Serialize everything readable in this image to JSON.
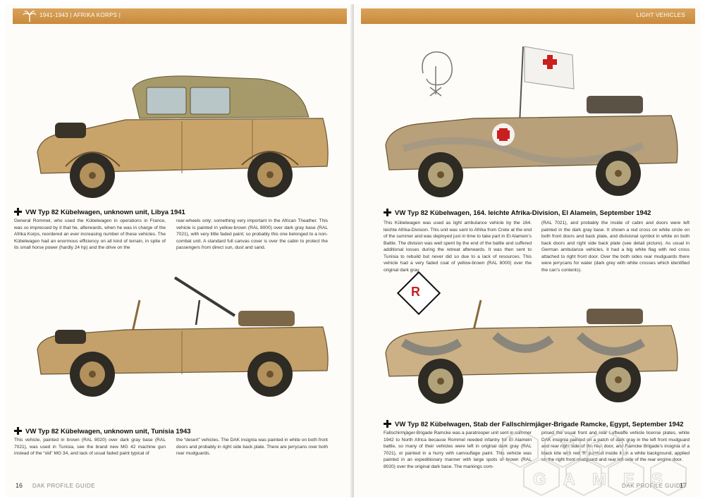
{
  "header": {
    "left_text": "1941-1943 | AFRIKA KORPS |",
    "right_text": "LIGHT VEHICLES"
  },
  "left_page": {
    "profiles": [
      {
        "caption": "VW Typ 82 Kübelwagen, unknown unit, Libya 1941",
        "col1": "General Rommel, who used the Kübelwagen in operations in France, was so impressed by it that he, afterwards, when he was in charge of the Afrika Korps, reordered an ever increasing number of these vehicles. The Kübelwagen had an enormous efficiency on all kind of terrain, in spite of its small horse power (hardly 24 hp) and the drive on the",
        "col2": "rear-wheels only; something very important in the African Theather. This vehicle is painted in yellow-brown (RAL 8000) over dark gray base (RAL 7021), with very little faded paint; so probably this one belonged to a non-combat unit. A standard full canvas cover is over the cabin to protect the passengers from direct sun, dust and sand."
      },
      {
        "caption": "VW Typ 82 Kübelwagen, unknown unit, Tunisia 1943",
        "col1": "This vehicle, painted in brown (RAL 8020) over dark gray base (RAL 7021), was used in Tunisia, see the brand new MG 42 machine gun instead of the “old” MG 34, and lack of usual faded paint typical of",
        "col2": "the “desert” vehicles. The DAK insignia was painted in white on both front doors and probably in right side back plate. There are jerrycans over both rear mudguards."
      }
    ],
    "page_number": "16",
    "footer": "DAK PROFILE GUIDE"
  },
  "right_page": {
    "profiles": [
      {
        "caption": "VW Typ 82 Kübelwagen, 164. leichte Afrika-Division, El Alamein, September 1942",
        "col1": "This Kübelwagen was used as light ambulance vehicle by the 164. leichte Afrika-Division. This unit was sent to Afrika from Crete at the end of the summer and was deployed just in time to take part in El Alamein’s Battle. The division was well spent by the end of the battle and suffered additional losses during the retreat afterwards. It was then sent to Tunisia to rebuild but never did so due to a lack of resources. This vehicle had a very faded coat of yellow-brown (RAL 8000) over the original dark gray",
        "col2": "(RAL 7021), and probably the inside of cabin and doors were left painted in the dark gray base. It shown a red cross on white circle on both front doors and back plate, and divisional symbol in white on both back doors and right side back plate (see detail picture). As usual in German ambulance vehicles, it had a big white flag with red cross attached to right front door. Over the both sides rear mudguards there were jerrycans for water (dark grey with white crosses which identified the can’s contents)."
      },
      {
        "caption": "VW Typ 82 Kübelwagen, Stab der Fallschirmjäger-Brigade Ramcke, Egypt, September 1942",
        "col1": "Fallschirmjäger-Brigade Ramcke was a paratrooper unit sent in summer 1942 to North Africa because Rommel needed infantry for El Alamein battle, so many of their vehicles were left in original dark gray (RAL 7021), or painted in a hurry with camouflage paint. This vehicle was painted in an expeditionary manner with large spots of brown (RAL 8020) over the original dark base. The markings com-",
        "col2": "prised the usual front and rear Luftwaffe vehicle license plates, white DAK insignia painted on a patch of dark gray in the left front mudguard and rear right side of the rear door, and Ramcke Brigade’s insignia of a black kite with red ‘R’ painted inside it on a white background, applied on the right front mudguard and rear left side of the rear engine door."
      }
    ],
    "page_number": "17",
    "footer": "DAK PROFILE GUIDE",
    "insignia_letter": "R"
  },
  "watermark": {
    "top": "TOY",
    "bottom": "GAMES"
  },
  "colors": {
    "header_orange": "#c98a3c",
    "sand": "#c9a46a",
    "brown": "#a8804a",
    "gray": "#6e7378",
    "red": "#c8201e"
  }
}
